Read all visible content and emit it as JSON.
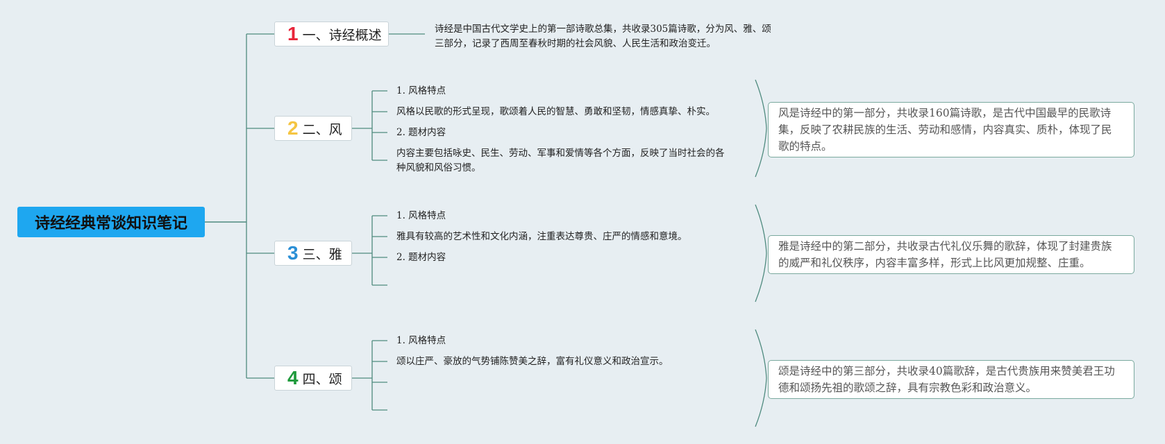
{
  "root": {
    "title": "诗经经典常谈知识笔记"
  },
  "branches": [
    {
      "number": "1",
      "title": "一、诗经概述",
      "number_color": "#e8263b",
      "note": [
        "诗经是中国古代文学史上的第一部诗歌总集，共收录305篇诗歌，分为风、雅、颂",
        "三部分，记录了西周至春秋时期的社会风貌、人民生活和政治变迁。"
      ]
    },
    {
      "number": "2",
      "title": "二、风",
      "number_color": "#f5c542",
      "items": [
        [
          "1. 风格特点"
        ],
        [
          "风格以民歌的形式呈现，歌颂着人民的智慧、勇敢和坚韧，情感真挚、朴实。"
        ],
        [
          "2. 题材内容"
        ],
        [
          "内容主要包括咏史、民生、劳动、军事和爱情等各个方面，反映了当时社会的各",
          "种风貌和风俗习惯。"
        ]
      ],
      "summary": [
        "风是诗经中的第一部分，共收录160篇诗歌，是古代中国最早的民歌诗",
        "集，反映了农耕民族的生活、劳动和感情，内容真实、质朴，体现了民",
        "歌的特点。"
      ]
    },
    {
      "number": "3",
      "title": "三、雅",
      "number_color": "#2a8fd6",
      "items": [
        [
          "1. 风格特点"
        ],
        [
          "雅具有较高的艺术性和文化内涵，注重表达尊贵、庄严的情感和意境。"
        ],
        [
          "2. 题材内容"
        ],
        []
      ],
      "summary": [
        "雅是诗经中的第二部分，共收录古代礼仪乐舞的歌辞，体现了封建贵族",
        "的威严和礼仪秩序，内容丰富多样，形式上比风更加规整、庄重。"
      ]
    },
    {
      "number": "4",
      "title": "四、颂",
      "number_color": "#1f9a3c",
      "items": [
        [
          "1. 风格特点"
        ],
        [
          "颂以庄严、豪放的气势铺陈赞美之辞，富有礼仪意义和政治宣示。"
        ],
        [],
        []
      ],
      "summary": [
        "颂是诗经中的第三部分，共收录40篇歌辞，是古代贵族用来赞美君王功",
        "德和颂扬先祖的歌颂之辞，具有宗教色彩和政治意义。"
      ]
    }
  ],
  "colors": {
    "line": "#4e8a7e",
    "root_bg": "#1ea7f0",
    "background": "#e7eef2"
  }
}
